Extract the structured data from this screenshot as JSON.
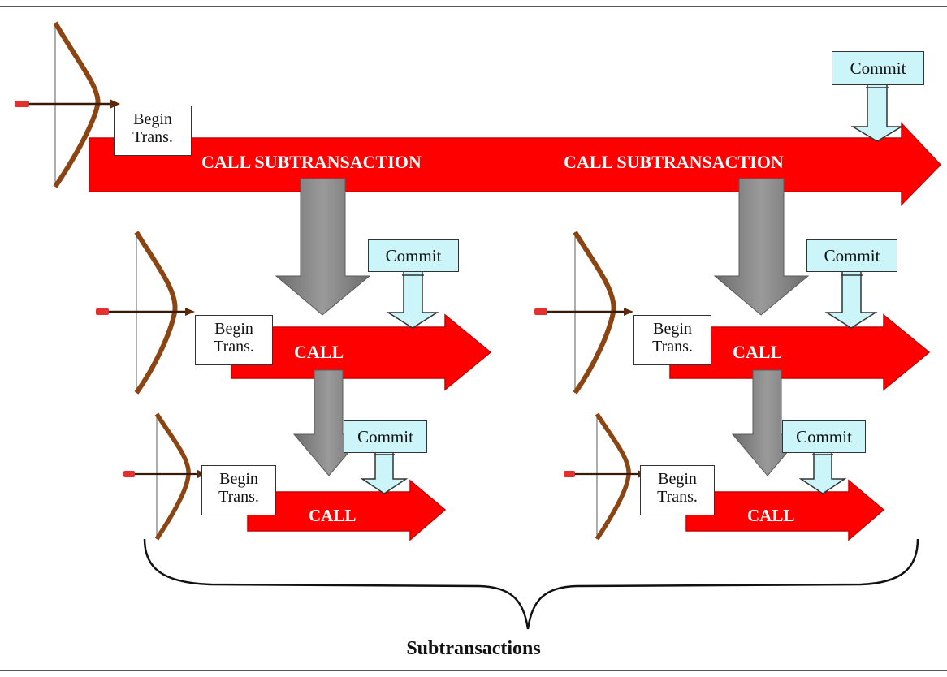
{
  "diagram": {
    "begin_label_line1": "Begin",
    "begin_label_line2": "Trans.",
    "commit_label": "Commit",
    "top_call_label_1": "CALL SUBTRANSACTION",
    "top_call_label_2": "CALL SUBTRANSACTION",
    "mid_left_call_label": "CALL",
    "mid_right_call_label": "CALL",
    "low_left_call_label": "CALL",
    "low_right_call_label": "CALL",
    "caption": "Subtransactions"
  },
  "colors": {
    "call_arrow": "#ff0000",
    "call_arrow_edge": "#cc0000",
    "down_arrow": "#808080",
    "commit_fill": "#ccf5fa",
    "bow": "#8b4513",
    "arrow_tip": "#e53030"
  },
  "icons": [
    "bow-and-arrow-icon",
    "down-arrow-icon",
    "call-arrow-icon",
    "brace-icon"
  ]
}
